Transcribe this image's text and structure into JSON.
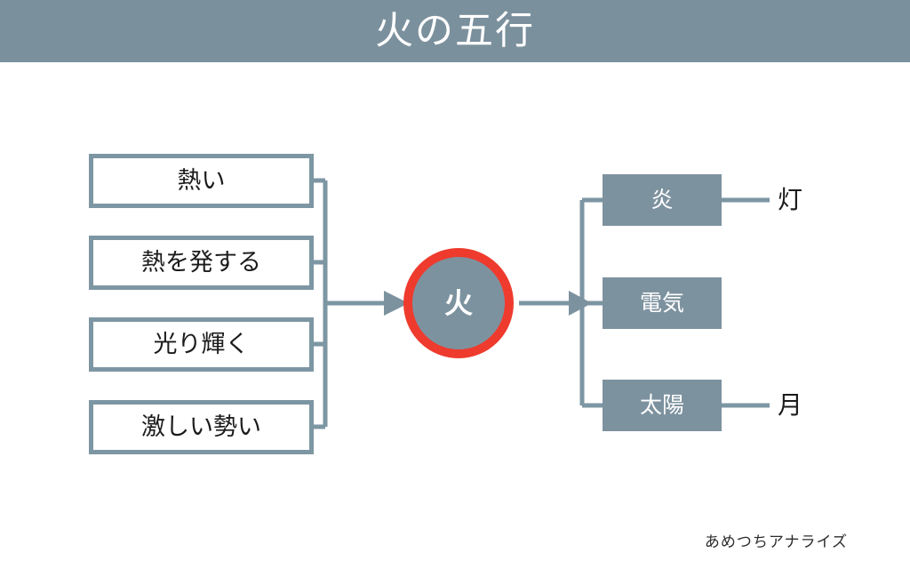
{
  "header": {
    "title": "火の五行",
    "bar_color": "#7b909d",
    "title_color": "#ffffff"
  },
  "diagram": {
    "type": "concept-map",
    "palette": {
      "slate": "#7d929f",
      "slate_border": "#7d96a3",
      "accent_red": "#ee3b2e",
      "text_dark": "#1b1b1b",
      "text_light": "#ffffff",
      "background": "#ffffff"
    },
    "center": {
      "label": "火",
      "shape": "circle",
      "fill": "#7d929f",
      "ring_color": "#ee3b2e"
    },
    "attributes": [
      {
        "label": "熱い"
      },
      {
        "label": "熱を発する"
      },
      {
        "label": "光り輝く"
      },
      {
        "label": "激しい勢い"
      }
    ],
    "manifestations": [
      {
        "label": "炎",
        "leaf": "灯"
      },
      {
        "label": "電気",
        "leaf": ""
      },
      {
        "label": "太陽",
        "leaf": "月"
      }
    ]
  },
  "footer": {
    "watermark": "あめつちアナライズ"
  }
}
